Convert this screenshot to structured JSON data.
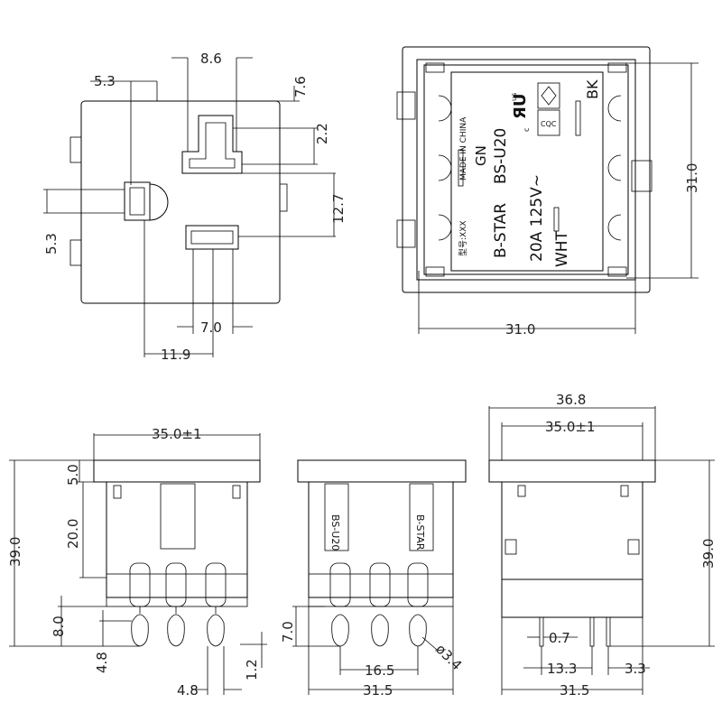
{
  "top_view": {
    "dimensions": {
      "d_5_3_top": "5.3",
      "d_8_6": "8.6",
      "d_7_6": "7.6",
      "d_2_2": "2.2",
      "d_12_7": "12.7",
      "d_5_3_side": "5.3",
      "d_7_0": "7.0",
      "d_11_9": "11.9"
    }
  },
  "back_view": {
    "dimensions": {
      "d_31_0_height": "31.0",
      "d_31_0_width": "31.0"
    },
    "label": {
      "made_in": "MADE IN CHINA",
      "model_prefix": "型号:XXX",
      "brand": "B-STAR",
      "model": "BS-U20",
      "rating": "20A 125V~",
      "gn": "GN",
      "wht": "WHT",
      "bk": "BK",
      "cert_ccc": "CQC",
      "cert_c": "c",
      "cert_us": "us"
    }
  },
  "front_side_view": {
    "dimensions": {
      "d_35_0": "35.0±1",
      "d_5_0": "5.0",
      "d_20_0": "20.0",
      "d_39_0": "39.0",
      "d_8_0": "8.0",
      "d_4_8_v": "4.8",
      "d_4_8_h": "4.8",
      "d_1_2": "1.2"
    }
  },
  "middle_side_view": {
    "label_left": "BS-U20",
    "label_right": "B-STAR",
    "dimensions": {
      "d_7_0": "7.0",
      "d_16_5": "16.5",
      "d_31_5": "31.5",
      "d_phi": "ø3.4"
    }
  },
  "right_side_view": {
    "dimensions": {
      "d_36_8": "36.8",
      "d_35_0": "35.0±1",
      "d_39_0": "39.0",
      "d_0_7": "0.7",
      "d_13_3": "13.3",
      "d_3_3": "3.3",
      "d_31_5": "31.5"
    }
  }
}
